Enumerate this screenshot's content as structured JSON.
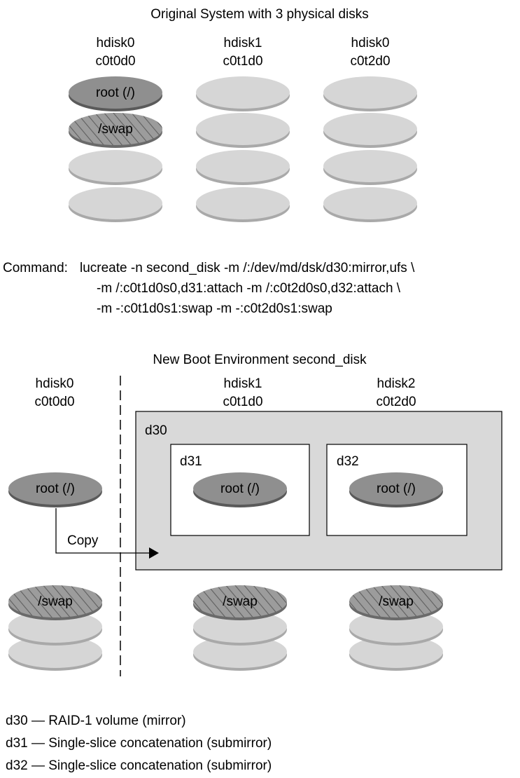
{
  "top_title": "Original System with 3 physical disks",
  "original_disks": [
    {
      "name": "hdisk0",
      "device": "c0t0d0",
      "slices": [
        "root (/)",
        "/swap",
        "",
        ""
      ]
    },
    {
      "name": "hdisk1",
      "device": "c0t1d0",
      "slices": [
        "",
        "",
        "",
        ""
      ]
    },
    {
      "name": "hdisk0",
      "device": "c0t2d0",
      "slices": [
        "",
        "",
        "",
        ""
      ]
    }
  ],
  "command": {
    "prefix": "Command:",
    "lines": [
      "lucreate -n second_disk -m /:/dev/md/dsk/d30:mirror,ufs \\",
      "-m /:c0t1d0s0,d31:attach -m /:c0t2d0s0,d32:attach \\",
      "-m -:c0t1d0s1:swap -m -:c0t2d0s1:swap"
    ]
  },
  "new_env_title": "New Boot Environment second_disk",
  "new_disks": [
    {
      "name": "hdisk0",
      "device": "c0t0d0"
    },
    {
      "name": "hdisk1",
      "device": "c0t1d0"
    },
    {
      "name": "hdisk2",
      "device": "c0t2d0"
    }
  ],
  "volumes": {
    "mirror": {
      "label": "d30"
    },
    "submirrors": [
      {
        "label": "d31",
        "slice": "root (/)"
      },
      {
        "label": "d32",
        "slice": "root (/)"
      }
    ]
  },
  "root_slice": "root (/)",
  "swap_slice": "/swap",
  "copy_label": "Copy",
  "legend": [
    "d30 — RAID-1 volume (mirror)",
    "d31 — Single-slice concatenation (submirror)",
    "d32 — Single-slice concatenation (submirror)"
  ],
  "colors": {
    "disk_light": "#d6d6d6",
    "disk_dark": "#8f8f8f",
    "disk_swap": "#9c9c9c",
    "mirror_box": "#d9d9d9"
  }
}
